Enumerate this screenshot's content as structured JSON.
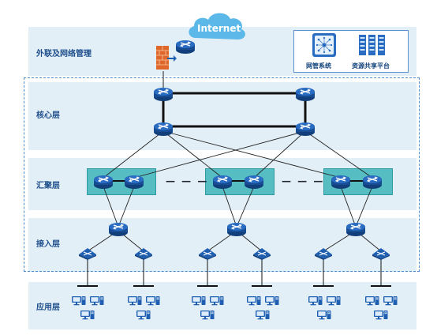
{
  "layers": {
    "external": "外联及网络管理",
    "core": "核心层",
    "aggregation": "汇聚层",
    "access": "接入层",
    "application": "应用层"
  },
  "cloud_label": "Internet",
  "management": {
    "nms_label": "网管系统",
    "resource_label": "资源共享平台"
  },
  "ellipsis": "— — —",
  "colors": {
    "band": "#e3eff7",
    "layer_text": "#1e4f8c",
    "dashed_frame": "#4a8ccd",
    "aggregation_box": "#56bdc3",
    "router": "#1f5fb2",
    "cloud": "#5bb8e8",
    "firewall": "#e0672a",
    "monitor": "#1f5fb2"
  },
  "icons": [
    "cloud-icon",
    "router-icon",
    "firewall-icon",
    "switch-icon",
    "monitor-icon",
    "desktop-tower-icon",
    "network-management-icon",
    "server-rack-icon"
  ]
}
